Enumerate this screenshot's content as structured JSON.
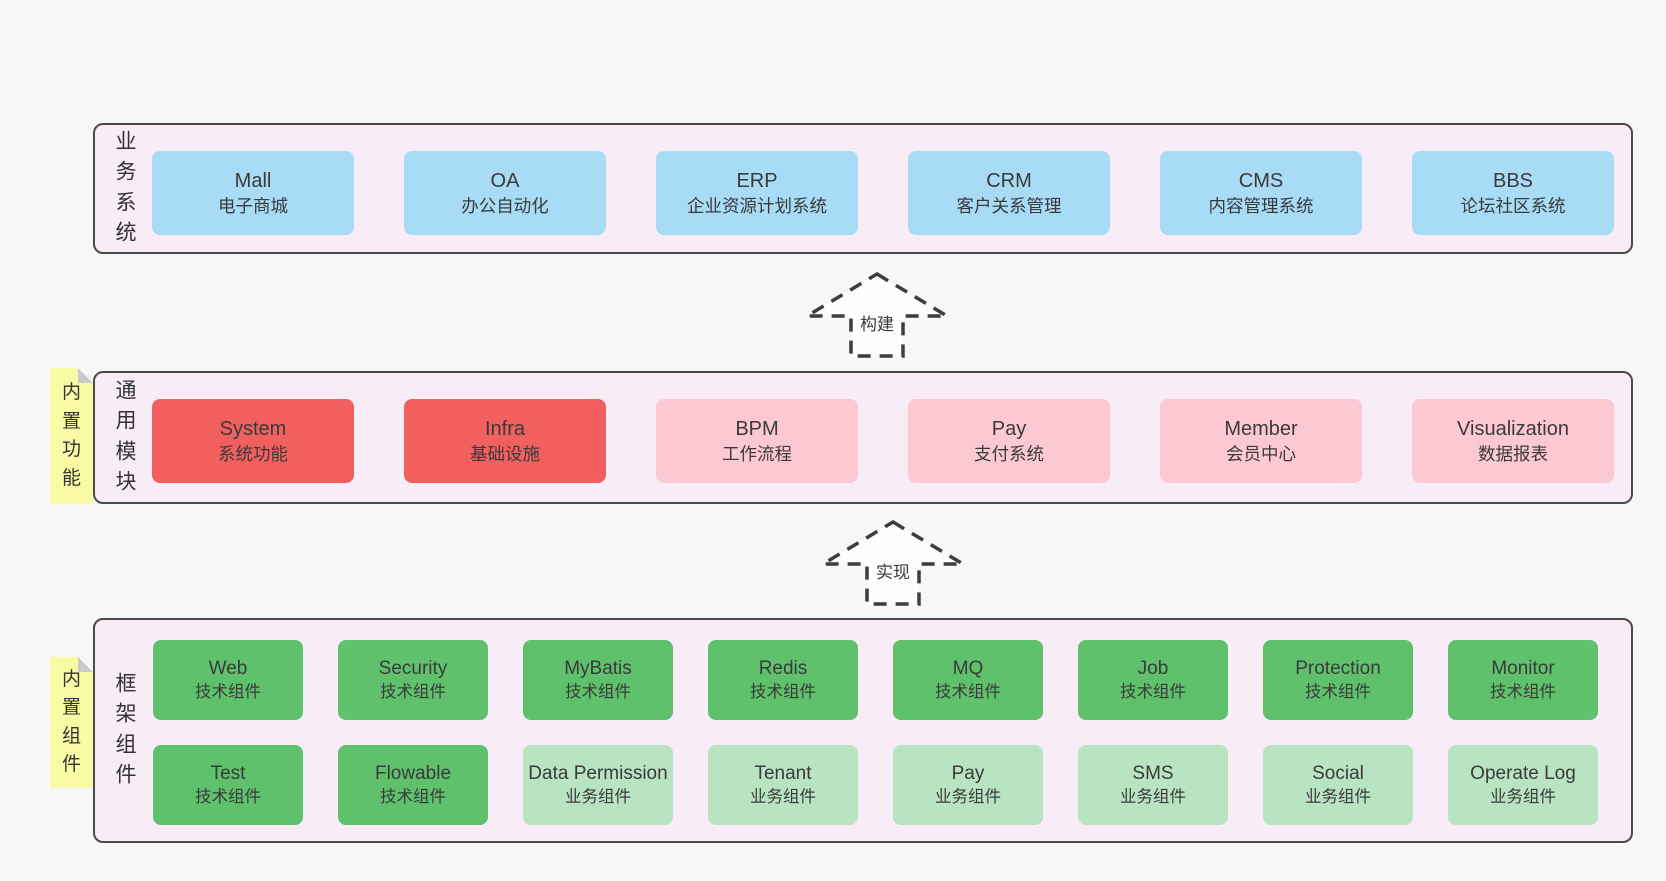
{
  "diagram": {
    "business_layer": {
      "side_label": "业务系统",
      "boxes": [
        {
          "title": "Mall",
          "subtitle": "电子商城"
        },
        {
          "title": "OA",
          "subtitle": "办公自动化"
        },
        {
          "title": "ERP",
          "subtitle": "企业资源计划系统"
        },
        {
          "title": "CRM",
          "subtitle": "客户关系管理"
        },
        {
          "title": "CMS",
          "subtitle": "内容管理系统"
        },
        {
          "title": "BBS",
          "subtitle": "论坛社区系统"
        }
      ]
    },
    "build_arrow": {
      "label": "构建"
    },
    "module_layer": {
      "side_label": "通用模块",
      "note": "内置功能",
      "boxes": [
        {
          "title": "System",
          "subtitle": "系统功能"
        },
        {
          "title": "Infra",
          "subtitle": "基础设施"
        },
        {
          "title": "BPM",
          "subtitle": "工作流程"
        },
        {
          "title": "Pay",
          "subtitle": "支付系统"
        },
        {
          "title": "Member",
          "subtitle": "会员中心"
        },
        {
          "title": "Visualization",
          "subtitle": "数据报表"
        }
      ]
    },
    "implement_arrow": {
      "label": "实现"
    },
    "component_layer": {
      "side_label": "框架组件",
      "note": "内置组件",
      "row1": [
        {
          "title": "Web",
          "subtitle": "技术组件"
        },
        {
          "title": "Security",
          "subtitle": "技术组件"
        },
        {
          "title": "MyBatis",
          "subtitle": "技术组件"
        },
        {
          "title": "Redis",
          "subtitle": "技术组件"
        },
        {
          "title": "MQ",
          "subtitle": "技术组件"
        },
        {
          "title": "Job",
          "subtitle": "技术组件"
        },
        {
          "title": "Protection",
          "subtitle": "技术组件"
        },
        {
          "title": "Monitor",
          "subtitle": "技术组件"
        }
      ],
      "row2": [
        {
          "title": "Test",
          "subtitle": "技术组件"
        },
        {
          "title": "Flowable",
          "subtitle": "技术组件"
        },
        {
          "title": "Data Permission",
          "subtitle": "业务组件"
        },
        {
          "title": "Tenant",
          "subtitle": "业务组件"
        },
        {
          "title": "Pay",
          "subtitle": "业务组件"
        },
        {
          "title": "SMS",
          "subtitle": "业务组件"
        },
        {
          "title": "Social",
          "subtitle": "业务组件"
        },
        {
          "title": "Operate Log",
          "subtitle": "业务组件"
        }
      ]
    }
  },
  "colors": {
    "background": "#f7f7f7",
    "layer_fill": "#f8ecf6",
    "layer_border": "#4a4a4a",
    "blue_box": "#a8dbf5",
    "red_box": "#f25f5f",
    "pink_box": "#fcc8d2",
    "green_box": "#5fc16c",
    "light_green_box": "#b9e4c2",
    "note_yellow": "#fafaa5",
    "note_fold": "#c9c9c9",
    "text": "#3a3a3a"
  }
}
